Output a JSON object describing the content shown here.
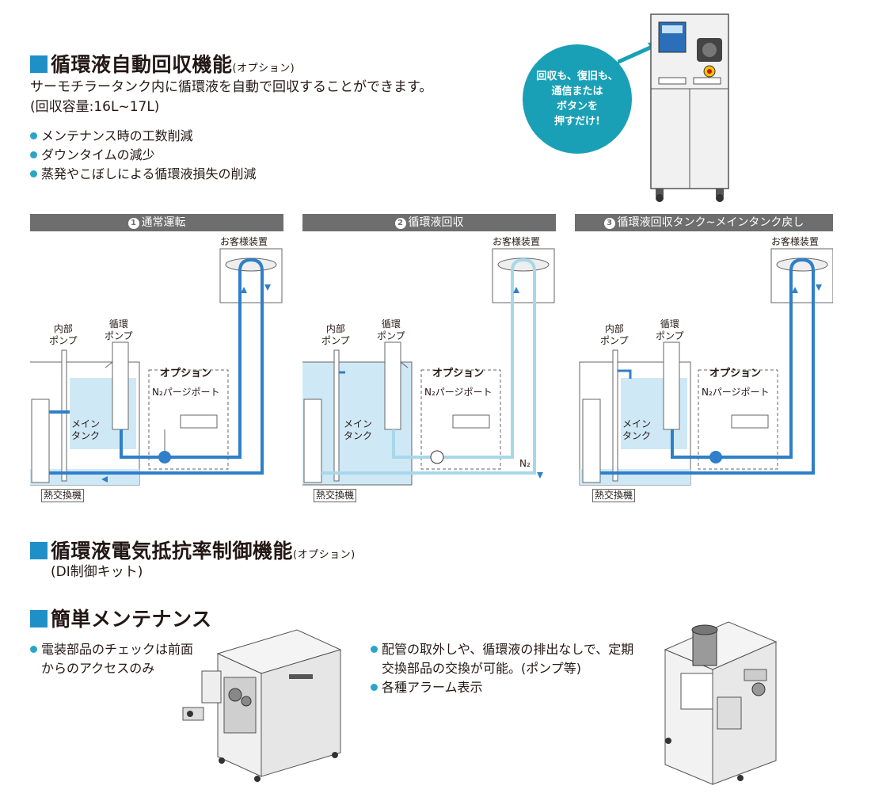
{
  "recovery": {
    "title": "循環液自動回収機能",
    "title_option": "(オプション)",
    "desc_line1": "サーモチラータンク内に循環液を自動で回収することができます。",
    "desc_line2": "(回収容量:16L~17L)",
    "bullets": [
      "メンテナンス時の工数削減",
      "ダウンタイムの減少",
      "蒸発やこぼしによる循環液損失の削減"
    ],
    "callout_lines": [
      "回収も、復旧も、",
      "通信または",
      "ボタンを",
      "押すだけ!"
    ]
  },
  "panels": [
    {
      "number": "1",
      "title": "通常運転"
    },
    {
      "number": "2",
      "title": "循環液回収"
    },
    {
      "number": "3",
      "title": "循環液回収タンク~メインタンク戻し"
    }
  ],
  "diagram_labels": {
    "customer_equipment": "お客様装置",
    "internal_pump_1": "内部",
    "internal_pump_2": "ポンプ",
    "circ_pump_1": "循環",
    "circ_pump_2": "ポンプ",
    "option": "オプション",
    "n2_purge_port": "N₂パージポート",
    "main_tank_1": "メイン",
    "main_tank_2": "タンク",
    "heat_exchanger": "熱交換機",
    "n2": "N₂"
  },
  "resistivity": {
    "title": "循環液電気抵抗率制御機能",
    "title_option": "(オプション)",
    "subtitle": "(DI制御キット)"
  },
  "maintenance": {
    "title": "簡単メンテナンス",
    "left_bullet_line1": "電装部品のチェックは前面",
    "left_bullet_line2": "からのアクセスのみ",
    "right_bullet1_line1": "配管の取外しや、循環液の排出なしで、定期",
    "right_bullet1_line2": "交換部品の交換が可能。(ポンプ等)",
    "right_bullet2": "各種アラーム表示"
  },
  "colors": {
    "accent": "#1f8fc8",
    "callout": "#1aa0b6",
    "pipe": "#2f7fc9",
    "water": "#cfe8f6",
    "panel_header": "#6e6e6e"
  }
}
